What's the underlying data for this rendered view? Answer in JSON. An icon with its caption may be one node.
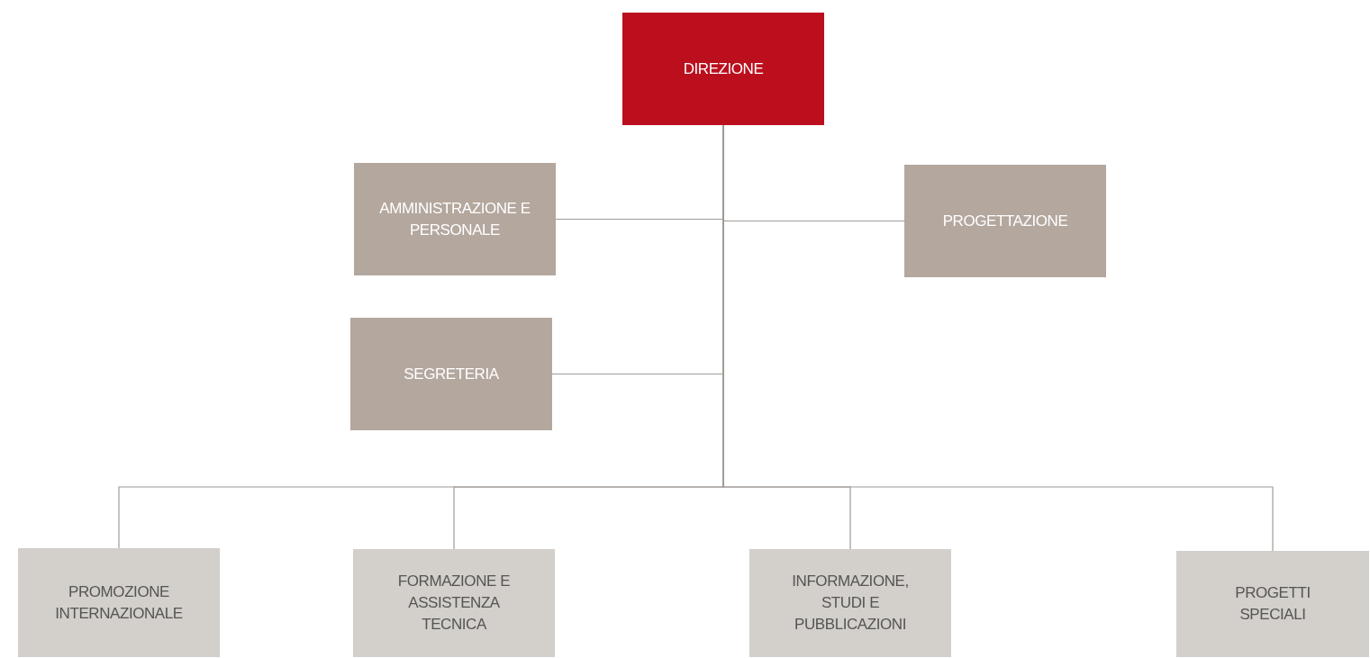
{
  "diagram": {
    "nodes": [
      {
        "text": [
          "DIREZIONE"
        ]
      },
      {
        "text": [
          "AMMINISTRAZIONE E PERSONALE"
        ]
      },
      {
        "text": [
          "PROGETTAZIONE"
        ]
      },
      {
        "text": [
          "SEGRETERIA"
        ]
      },
      {
        "text": [
          "PROMOZIONE INTERNAZIONALE"
        ]
      },
      {
        "text": [
          "FORMAZIONE E ASSISTENZA TECNICA"
        ]
      },
      {
        "text": [
          "INFORMAZIONE, STUDI E PUBBLICAZIONI"
        ]
      },
      {
        "text": [
          "PROGETTI SPECIALI"
        ]
      }
    ],
    "edges": [
      {
        "from": 0,
        "to": 1,
        "arrow": "none"
      },
      {
        "from": 0,
        "to": 2,
        "arrow": "none"
      },
      {
        "from": 0,
        "to": 3,
        "arrow": "none"
      },
      {
        "from": 0,
        "to": 4,
        "arrow": "none"
      },
      {
        "from": 0,
        "to": 5,
        "arrow": "none"
      },
      {
        "from": 0,
        "to": 6,
        "arrow": "none"
      },
      {
        "from": 0,
        "to": 7,
        "arrow": "none"
      }
    ]
  }
}
